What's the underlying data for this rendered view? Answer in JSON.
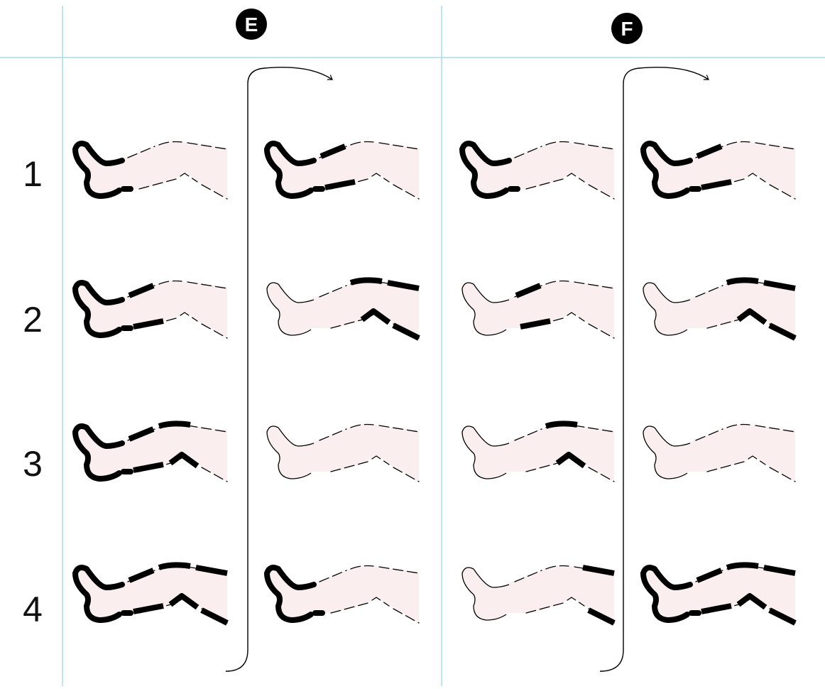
{
  "columns": [
    {
      "label": "E"
    },
    {
      "label": "F"
    }
  ],
  "rows": [
    {
      "label": "1"
    },
    {
      "label": "2"
    },
    {
      "label": "3"
    },
    {
      "label": "4"
    }
  ],
  "cells": [
    {
      "row": "1",
      "column": "E",
      "step": "left",
      "foot": true,
      "segments": []
    },
    {
      "row": "1",
      "column": "E",
      "step": "right",
      "foot": true,
      "segments": [
        "lower"
      ]
    },
    {
      "row": "1",
      "column": "F",
      "step": "left",
      "foot": true,
      "segments": []
    },
    {
      "row": "1",
      "column": "F",
      "step": "right",
      "foot": true,
      "segments": [
        "lower"
      ]
    },
    {
      "row": "2",
      "column": "E",
      "step": "left",
      "foot": true,
      "segments": [
        "lower"
      ]
    },
    {
      "row": "2",
      "column": "E",
      "step": "right",
      "foot": false,
      "segments": [
        "knee",
        "upper"
      ]
    },
    {
      "row": "2",
      "column": "F",
      "step": "left",
      "foot": false,
      "segments": [
        "lower"
      ]
    },
    {
      "row": "2",
      "column": "F",
      "step": "right",
      "foot": false,
      "segments": [
        "knee",
        "upper"
      ]
    },
    {
      "row": "3",
      "column": "E",
      "step": "left",
      "foot": true,
      "segments": [
        "lower",
        "knee"
      ]
    },
    {
      "row": "3",
      "column": "E",
      "step": "right",
      "foot": false,
      "segments": []
    },
    {
      "row": "3",
      "column": "F",
      "step": "left",
      "foot": false,
      "segments": [
        "knee"
      ]
    },
    {
      "row": "3",
      "column": "F",
      "step": "right",
      "foot": false,
      "segments": []
    },
    {
      "row": "4",
      "column": "E",
      "step": "left",
      "foot": true,
      "segments": [
        "lower",
        "knee",
        "upper"
      ]
    },
    {
      "row": "4",
      "column": "E",
      "step": "right",
      "foot": true,
      "segments": []
    },
    {
      "row": "4",
      "column": "F",
      "step": "left",
      "foot": false,
      "segments": [
        "upper"
      ]
    },
    {
      "row": "4",
      "column": "F",
      "step": "right",
      "foot": true,
      "segments": [
        "lower",
        "knee",
        "upper"
      ]
    }
  ],
  "colors": {
    "grid": "#a8dbe6",
    "leg_fill": "#fbeeee",
    "ink": "#000000",
    "badge_text": "#ffffff"
  }
}
